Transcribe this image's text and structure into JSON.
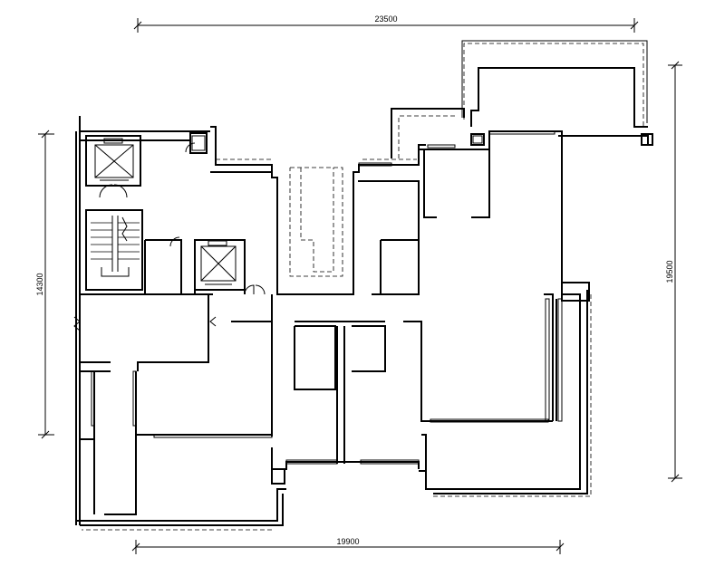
{
  "drawing": {
    "type": "architectural floor plan",
    "dimensions": {
      "top": "23500",
      "bottom": "19900",
      "left": "14300",
      "right": "19500"
    },
    "line_color": "#000000",
    "background": "#ffffff"
  }
}
